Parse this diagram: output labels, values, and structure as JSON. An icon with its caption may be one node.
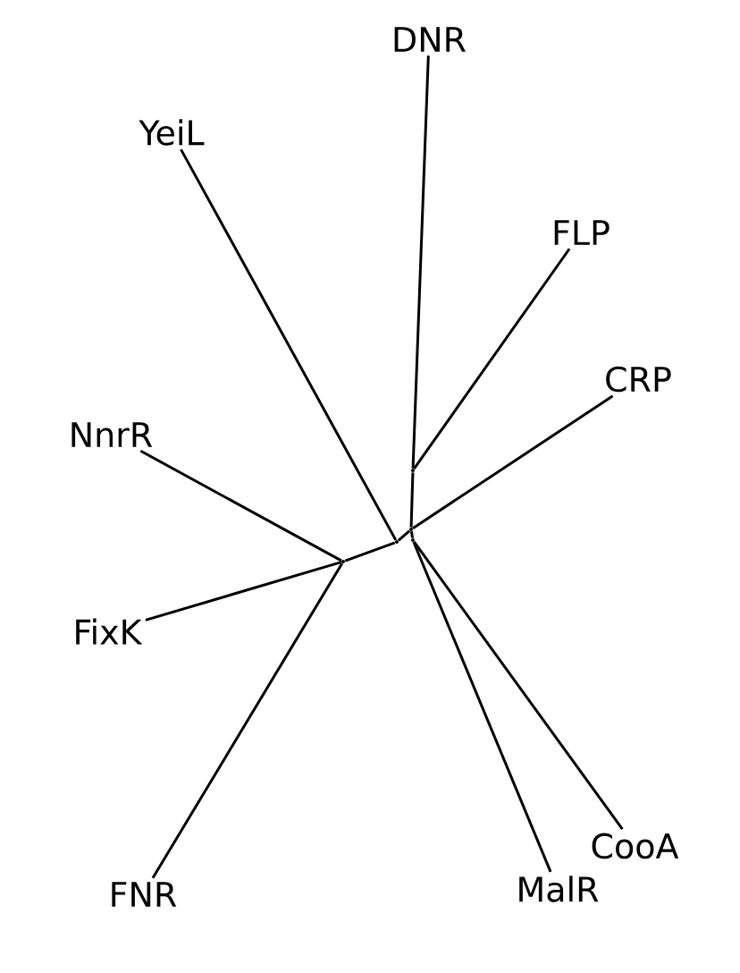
{
  "diagram": {
    "nodes": [
      {
        "text": [
          "YeiL"
        ]
      },
      {
        "text": [
          "DNR"
        ]
      },
      {
        "text": [
          "FLP"
        ]
      },
      {
        "text": [
          "CRP"
        ]
      },
      {
        "text": [
          "NnrR"
        ]
      },
      {
        "text": [
          "FixK"
        ]
      },
      {
        "text": [
          "FNR"
        ]
      },
      {
        "text": [
          "CooA"
        ]
      },
      {
        "text": [
          "MalR"
        ]
      },
      {
        "text": [],
        "shape": "point"
      },
      {
        "text": [],
        "shape": "point"
      },
      {
        "text": [],
        "shape": "point"
      },
      {
        "text": [],
        "shape": "point"
      },
      {
        "text": [],
        "shape": "point"
      }
    ],
    "edges": [
      {
        "from": 1,
        "to": 9,
        "arrow": "none"
      },
      {
        "from": 2,
        "to": 9,
        "arrow": "none"
      },
      {
        "from": 9,
        "to": 10,
        "arrow": "none"
      },
      {
        "from": 3,
        "to": 10,
        "arrow": "none"
      },
      {
        "from": 10,
        "to": 11,
        "arrow": "none"
      },
      {
        "from": 0,
        "to": 11,
        "arrow": "none"
      },
      {
        "from": 11,
        "to": 12,
        "arrow": "none"
      },
      {
        "from": 4,
        "to": 12,
        "arrow": "none"
      },
      {
        "from": 5,
        "to": 12,
        "arrow": "none"
      },
      {
        "from": 6,
        "to": 12,
        "arrow": "none"
      },
      {
        "from": 13,
        "to": 10,
        "arrow": "none"
      },
      {
        "from": 7,
        "to": 13,
        "arrow": "none"
      },
      {
        "from": 8,
        "to": 13,
        "arrow": "none"
      }
    ]
  }
}
